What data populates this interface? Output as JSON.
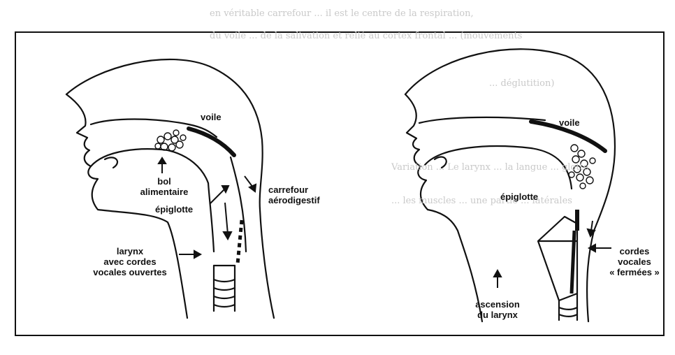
{
  "bleed_through": {
    "line1": "en véritable carrefour ... il est le centre de la respiration,",
    "line2": "du voile ... de la salivation et relié au cortex frontal ... (mouvements",
    "line3": "... déglutition)",
    "line4": "Variation ... Le larynx ... la langue ... glotte",
    "line5": "... les muscles ... une partie ... latérales"
  },
  "left": {
    "voile": "voile",
    "bol_line1": "bol",
    "bol_line2": "alimentaire",
    "epiglotte": "épiglotte",
    "carrefour_line1": "carrefour",
    "carrefour_line2": "aérodigestif",
    "larynx_line1": "larynx",
    "larynx_line2": "avec cordes",
    "larynx_line3": "vocales ouvertes"
  },
  "right": {
    "voile": "voile",
    "epiglotte": "épiglotte",
    "cordes_line1": "cordes",
    "cordes_line2": "vocales",
    "cordes_line3": "« fermées »",
    "ascension_line1": "ascension",
    "ascension_line2": "du larynx"
  },
  "colors": {
    "ink": "#111111",
    "paper": "#ffffff",
    "bleed": "#cfcfcf"
  }
}
